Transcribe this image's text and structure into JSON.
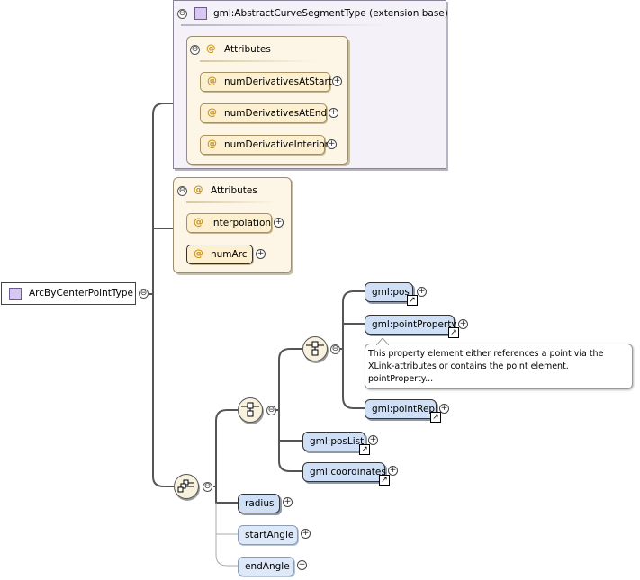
{
  "diagram": {
    "root": {
      "label": "ArcByCenterPointType"
    },
    "extension_group": {
      "label": "gml:AbstractCurveSegmentType (extension base)",
      "attributes": {
        "header": "Attributes",
        "items": [
          {
            "label": "numDerivativesAtStart"
          },
          {
            "label": "numDerivativesAtEnd"
          },
          {
            "label": "numDerivativeInterior"
          }
        ]
      }
    },
    "local_attributes": {
      "header": "Attributes",
      "items": [
        {
          "label": "interpolation"
        },
        {
          "label": "numArc"
        }
      ]
    },
    "choice_elements": [
      {
        "label": "gml:pos"
      },
      {
        "label": "gml:pointProperty"
      },
      {
        "label": "gml:pointRep"
      }
    ],
    "tooltip": "This property element either references a point via the XLink-attributes or contains the point element. pointProperty...",
    "other_choice_elements": [
      {
        "label": "gml:posList"
      },
      {
        "label": "gml:coordinates"
      }
    ],
    "sequence_elements": [
      {
        "label": "radius"
      },
      {
        "label": "startAngle"
      },
      {
        "label": "endAngle"
      }
    ],
    "icons": {
      "collapse": "⊖",
      "expand": "+",
      "attribute": "@",
      "link": "↗"
    }
  }
}
